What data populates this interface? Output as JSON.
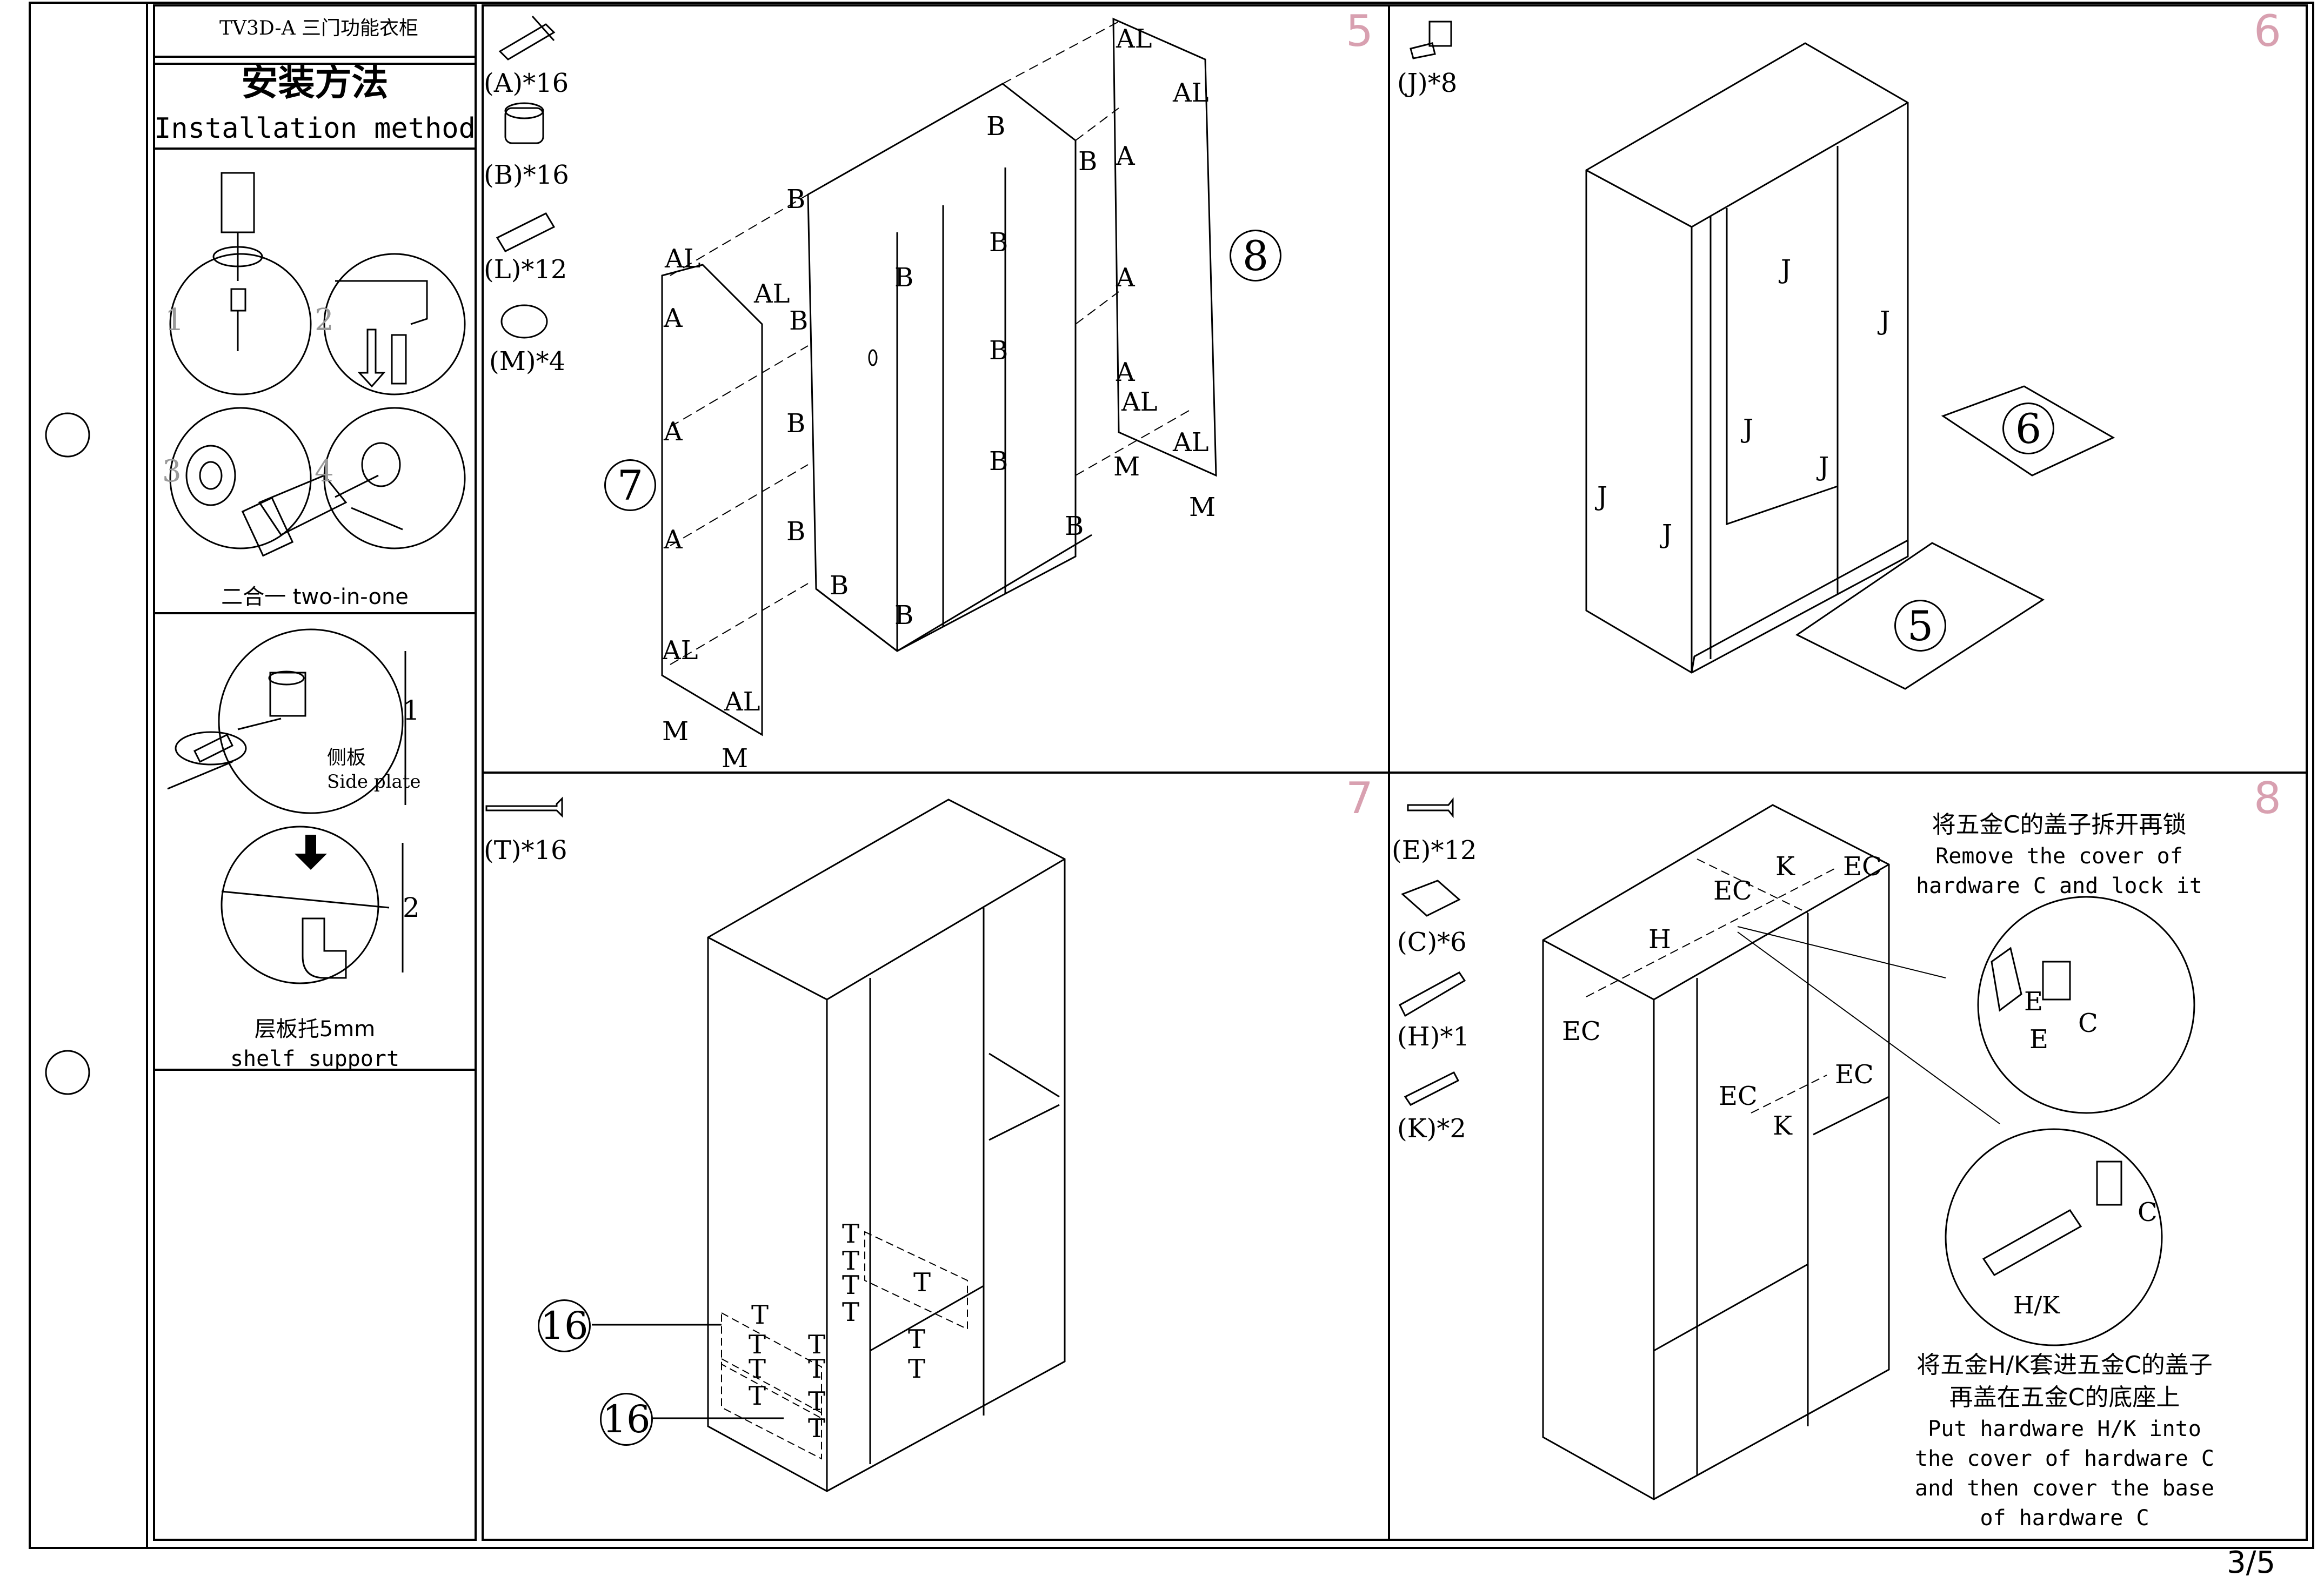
{
  "sidebar": {
    "model_title": "TV3D-A 三门功能衣柜",
    "heading_cn": "安装方法",
    "heading_en": "Installation method",
    "cam_steps": [
      "1",
      "2",
      "3",
      "4"
    ],
    "cam_caption": "二合一 two-in-one",
    "shelf_steps": [
      "1",
      "2"
    ],
    "side_plate_cn": "侧板",
    "side_plate_en": "Side plate",
    "shelf_caption_cn": "层板托5mm",
    "shelf_caption_en": "shelf support"
  },
  "panels": {
    "p5": {
      "number": "5",
      "parts": [
        "(A)*16",
        "(B)*16",
        "(L)*12",
        "(M)*4"
      ],
      "callouts": [
        "7",
        "8"
      ]
    },
    "p6": {
      "number": "6",
      "parts": [
        "(J)*8"
      ],
      "callouts": [
        "6",
        "5"
      ]
    },
    "p7": {
      "number": "7",
      "parts": [
        "(T)*16"
      ],
      "callouts": [
        "16",
        "16"
      ]
    },
    "p8": {
      "number": "8",
      "parts": [
        "(E)*12",
        "(C)*6",
        "(H)*1",
        "(K)*2"
      ],
      "note1_cn": "将五金C的盖子拆开再锁",
      "note1_en": [
        "Remove the cover of",
        "hardware C and lock it"
      ],
      "note2_cn": [
        "将五金H/K套进五金C的盖子",
        "再盖在五金C的底座上"
      ],
      "note2_en": [
        "Put hardware H/K into",
        "the cover of hardware C",
        "and then cover the base",
        "of hardware C"
      ],
      "detail_hk": "H/K"
    }
  },
  "page_number": "3/5"
}
